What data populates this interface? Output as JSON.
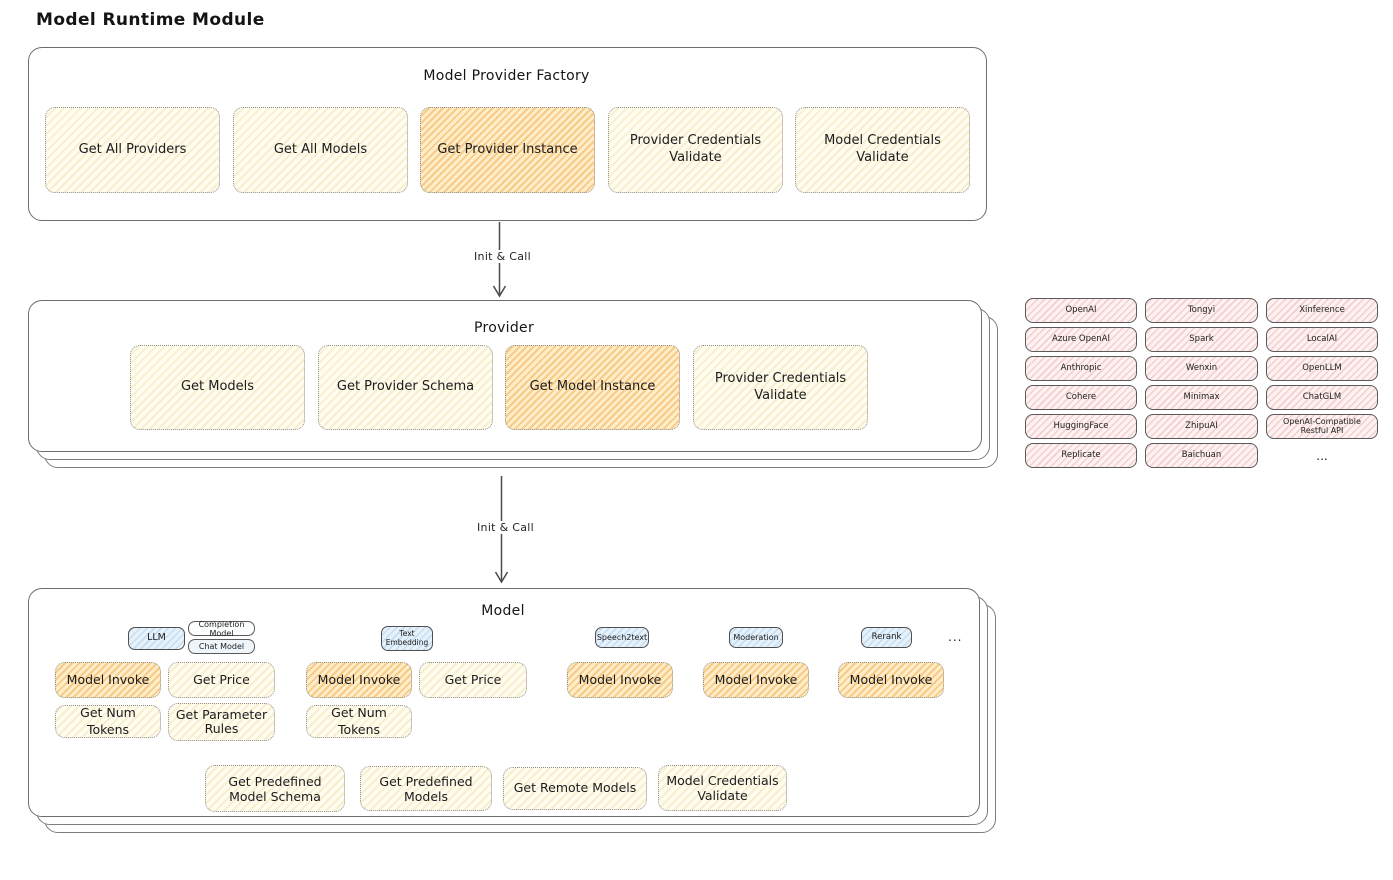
{
  "page_title": "Model Runtime Module",
  "factory": {
    "title": "Model Provider Factory",
    "items": [
      "Get All Providers",
      "Get All Models",
      "Get Provider Instance",
      "Provider Credentials Validate",
      "Model Credentials Validate"
    ]
  },
  "arrow1": {
    "label": "Init & Call"
  },
  "arrow2": {
    "label": "Init & Call"
  },
  "provider": {
    "title": "Provider",
    "items": [
      "Get Models",
      "Get Provider Schema",
      "Get Model Instance",
      "Provider Credentials Validate"
    ]
  },
  "vendors": {
    "items": [
      "OpenAI",
      "Tongyi",
      "Xinference",
      "Azure OpenAI",
      "Spark",
      "LocalAI",
      "Anthropic",
      "Wenxin",
      "OpenLLM",
      "Cohere",
      "Minimax",
      "ChatGLM",
      "HuggingFace",
      "ZhipuAI",
      "OpenAI-Compatible Restful API",
      "Replicate",
      "Baichuan"
    ],
    "ellipsis": "..."
  },
  "model": {
    "title": "Model",
    "tags": {
      "llm": "LLM",
      "completion_model": "Completion Model",
      "chat_model": "Chat Model",
      "text_embedding": "Text Embedding",
      "speech2text": "Speech2text",
      "moderation": "Moderation",
      "rerank": "Rerank",
      "ellipsis": "..."
    },
    "llm_actions": [
      "Model Invoke",
      "Get Price",
      "Get Num Tokens",
      "Get Parameter Rules"
    ],
    "embedding_actions": [
      "Model Invoke",
      "Get Price",
      "Get Num Tokens"
    ],
    "speech2text_actions": [
      "Model Invoke"
    ],
    "moderation_actions": [
      "Model Invoke"
    ],
    "rerank_actions": [
      "Model Invoke"
    ],
    "common_actions": [
      "Get Predefined Model Schema",
      "Get Predefined Models",
      "Get Remote Models",
      "Model Credentials Validate"
    ]
  },
  "colors": {
    "action_fill": "#FFFCF0",
    "action_hatch": "#EBCD7D",
    "highlight_fill": "#FFEEC9",
    "highlight_hatch": "#F2AD50",
    "vendor_fill": "#FDF1F1",
    "vendor_hatch": "#E9A5A5",
    "tag_fill": "#E6F2FB",
    "outline": "#6E6E6E",
    "background": "#FFFFFF"
  }
}
